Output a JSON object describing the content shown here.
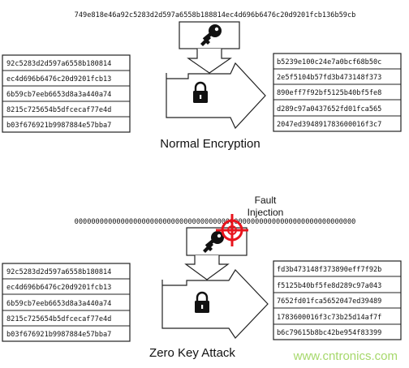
{
  "normal": {
    "key": "749e818e46a92c5283d2d597a6558b188814ec4d696b6476c20d9201fcb136b59cb",
    "plaintext": [
      "92c5283d2d597a6558b180814",
      "ec4d696b6476c20d9201fcb13",
      "6b59cb7eeb6653d8a3a440a74",
      "8215c725654b5dfcecaf77e4d",
      "b03f676921b9987884e57bba7"
    ],
    "ciphertext": [
      "b5239e100c24e7a0bcf68b50c",
      "2e5f5104b57fd3b473148f373",
      "890eff7f92bf5125b40bf5fe8",
      "d289c97a0437652fd01fca565",
      "2047ed394891783600016f3c7"
    ],
    "caption": "Normal Encryption"
  },
  "zero": {
    "key": "0000000000000000000000000000000000000000000000000000000000000000000",
    "fault_label_1": "Fault",
    "fault_label_2": "Injection",
    "plaintext": [
      "92c5283d2d597a6558b180814",
      "ec4d696b6476c20d9201fcb13",
      "6b59cb7eeb6653d8a3a440a74",
      "8215c725654b5dfcecaf77e4d",
      "b03f676921b9987884e57bba7"
    ],
    "ciphertext": [
      "fd3b473148f373890eff7f92b",
      "f5125b40bf5fe8d289c97a043",
      "7652fd01fca5652047ed39489",
      "1783600016f3c73b25d14af7f",
      "b6c79615b8bc42be954f83399"
    ],
    "caption": "Zero Key Attack"
  },
  "watermark": "www.cntronics.com",
  "colors": {
    "target": "#e8141c",
    "watermark": "#a6d86b",
    "line": "#222222"
  }
}
